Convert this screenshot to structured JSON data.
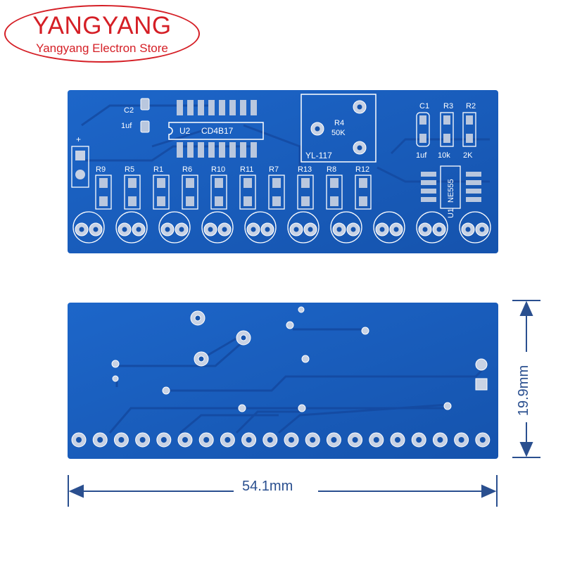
{
  "brand": {
    "name": "YANGYANG",
    "store": "Yangyang Electron Store",
    "color": "#d51f26"
  },
  "board_front": {
    "pcb_color": "#1a5fbf",
    "silkscreen_color": "#ffffff",
    "ic_u2": {
      "ref": "U2",
      "part": "CD4B17"
    },
    "capacitor_c2": {
      "ref": "C2",
      "value": "1uf"
    },
    "potentiometer": {
      "ref": "R4",
      "value": "50K",
      "model": "YL-117"
    },
    "top_right": {
      "c1_ref": "C1",
      "c1_value": "1uf",
      "r3_ref": "R3",
      "r3_value": "10k",
      "r2_ref": "R2",
      "r2_value": "2K"
    },
    "ic_u1": {
      "ref": "U1",
      "part": "NE555"
    },
    "resistor_refs": [
      "R9",
      "R5",
      "R1",
      "R6",
      "R10",
      "R11",
      "R7",
      "R13",
      "R8",
      "R12"
    ],
    "led_count": 10
  },
  "board_back": {
    "pin_count": 20
  },
  "dimensions": {
    "width": "54.1mm",
    "height": "19.9mm",
    "line_color": "#2a4f8f"
  }
}
